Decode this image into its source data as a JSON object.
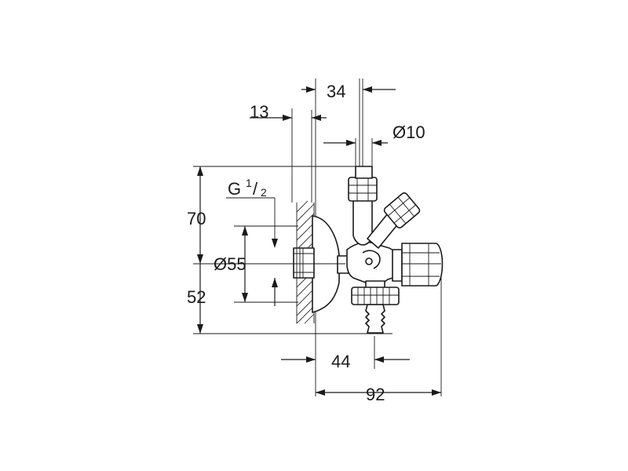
{
  "drawing": {
    "dimensions": {
      "d34": "34",
      "d13": "13",
      "dia10": "Ø10",
      "thread_prefix": "G",
      "thread_numerator": "1",
      "thread_slash": "/",
      "thread_denominator": "2",
      "d70": "70",
      "dia55": "Ø55",
      "d52": "52",
      "d44": "44",
      "d92": "92"
    }
  }
}
